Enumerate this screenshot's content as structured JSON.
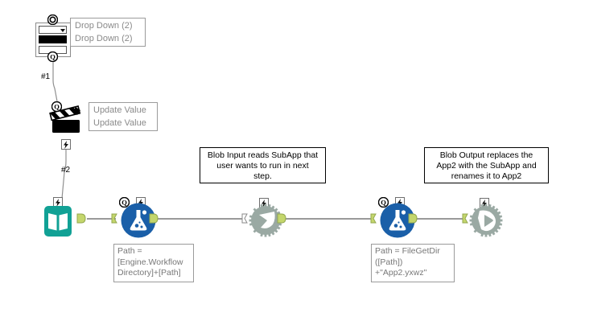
{
  "app": {
    "canvas_name": "workflow-canvas",
    "background_color": "#ffffff",
    "wire_color": "#9a9a9a",
    "anchor_color": "#c4d66c",
    "blob_node_color": "#1a5fa8",
    "book_node_color": "#11a195",
    "gear_node_color": "#9aa9a3",
    "note_border_color": "#000000",
    "label_border_color": "#9b9b9b",
    "label_text_color": "#777777"
  },
  "tools": {
    "dropdown": {
      "name_label": "Drop Down (2)\nDrop Down (2)",
      "icon": "dropdown-control-icon",
      "in_badge": "question-badge",
      "out_badge": "question-badge"
    },
    "action": {
      "name_label": "Update Value\nUpdate Value",
      "icon": "clapperboard-icon",
      "in_badge": "question-badge",
      "out_badge": "lightning-badge"
    },
    "directory": {
      "icon": "book-icon",
      "badge": "lightning-badge"
    },
    "blob_input": {
      "icon": "flask-icon",
      "badges": [
        "question-badge",
        "lightning-badge"
      ],
      "formula_label": "Path =\n[Engine.Workflow\nDirectory]+[Path]"
    },
    "run_command_1": {
      "icon": "gear-run-icon",
      "badge": "lightning-badge"
    },
    "blob_output": {
      "icon": "flask-icon",
      "badges": [
        "question-badge",
        "lightning-badge"
      ],
      "formula_label": "Path = FileGetDir\n([Path])\n+\"App2.yxwz\""
    },
    "run_command_2": {
      "icon": "gear-play-icon",
      "badge": "lightning-badge"
    }
  },
  "notes": {
    "blob_input_note": "Blob Input reads SubApp that\nuser wants to run in next\nstep.",
    "blob_output_note": "Blob Output replaces the\nApp2 with the SubApp and\nrenames it to App2"
  },
  "wires": {
    "label_1": "#1",
    "label_2": "#2"
  }
}
